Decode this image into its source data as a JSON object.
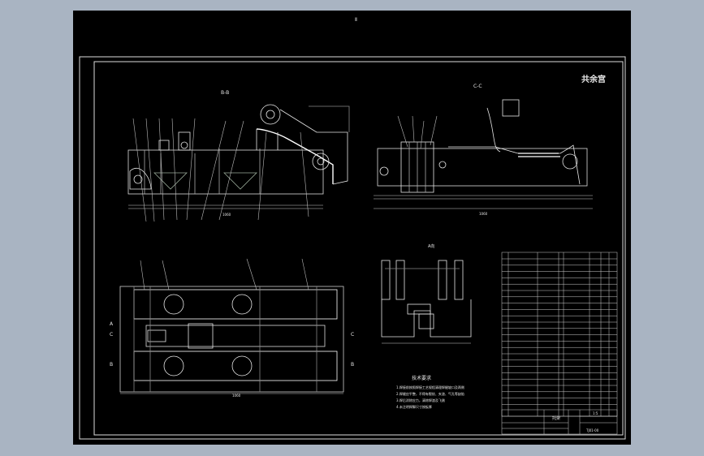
{
  "drawing": {
    "sheet_mark": "Ⅱ",
    "stamp": "共余宫",
    "section_bb_title": "B-B",
    "section_cc_title": "C-C",
    "view_a_title": "A向",
    "section_arrows": {
      "a_left": "A",
      "b_left": "B",
      "c_left": "C",
      "c_right": "C",
      "b_right": "B"
    },
    "notes_title": "技术要求",
    "notes": [
      "1.焊接前按照焊接工艺规程清理焊缝坡口及两侧",
      "2.焊缝应平整，不得有裂纹、夹渣、气孔等缺陷",
      "3.焊后消除应力，清除焊渣及飞溅",
      "4.未注明焊脚尺寸按板厚"
    ],
    "title_block": {
      "name": "托架",
      "scale": "1:5",
      "drawing_no": "TJ01-00"
    }
  }
}
